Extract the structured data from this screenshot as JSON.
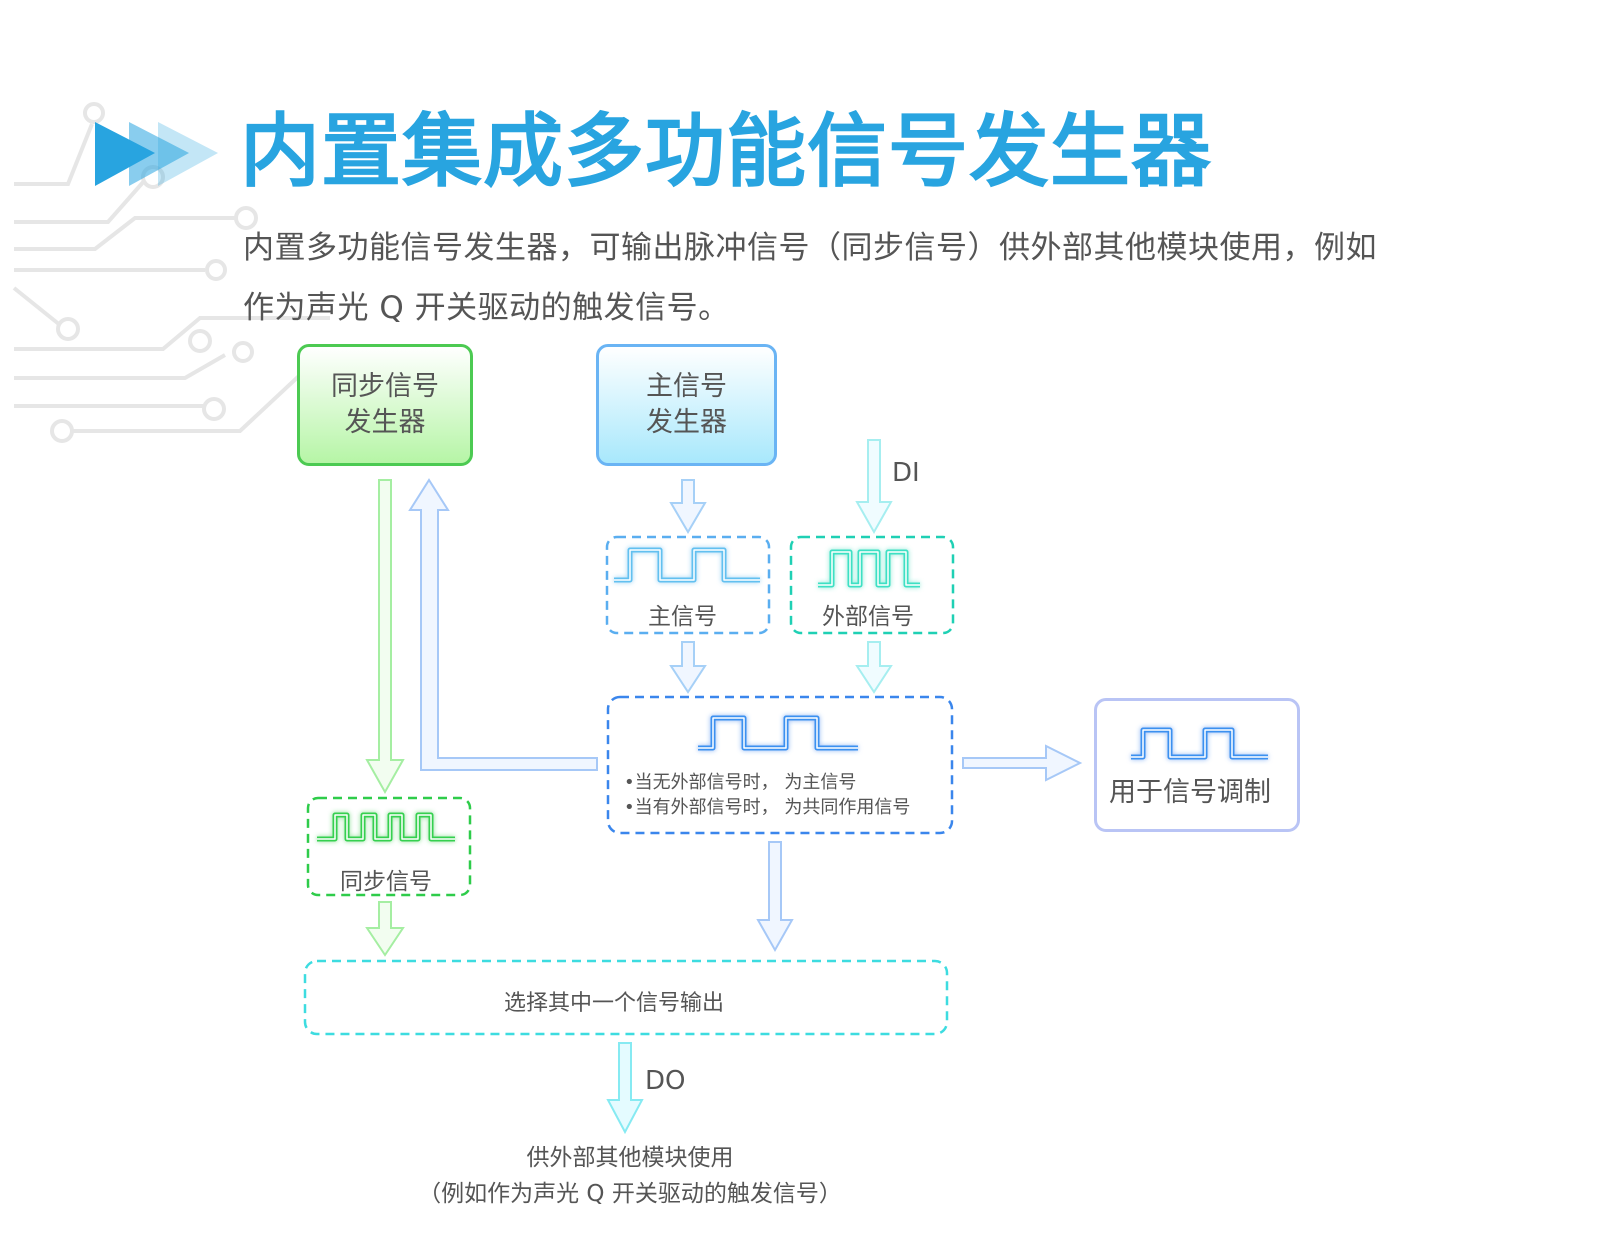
{
  "header": {
    "title": "内置集成多功能信号发生器",
    "intro_line1": "内置多功能信号发生器，可输出脉冲信号（同步信号）供外部其他模块使用，例如",
    "intro_line2": "作为声光 Q 开关驱动的触发信号。",
    "accent_color": "#28a4e0"
  },
  "diagram": {
    "sync_generator": {
      "line1": "同步信号",
      "line2": "发生器",
      "color": "#4cca52"
    },
    "main_generator": {
      "line1": "主信号",
      "line2": "发生器",
      "color": "#6ab4f4"
    },
    "di_label": "DI",
    "main_signal_label": "主信号",
    "external_signal_label": "外部信号",
    "combined_notes": [
      "•当无外部信号时，  为主信号",
      "•当有外部信号时，  为共同作用信号"
    ],
    "modulation_label": "用于信号调制",
    "sync_signal_label": "同步信号",
    "select_output_label": "选择其中一个信号输出",
    "do_label": "DO",
    "output_line1": "供外部其他模块使用",
    "output_line2": "（例如作为声光 Q 开关驱动的触发信号）"
  }
}
